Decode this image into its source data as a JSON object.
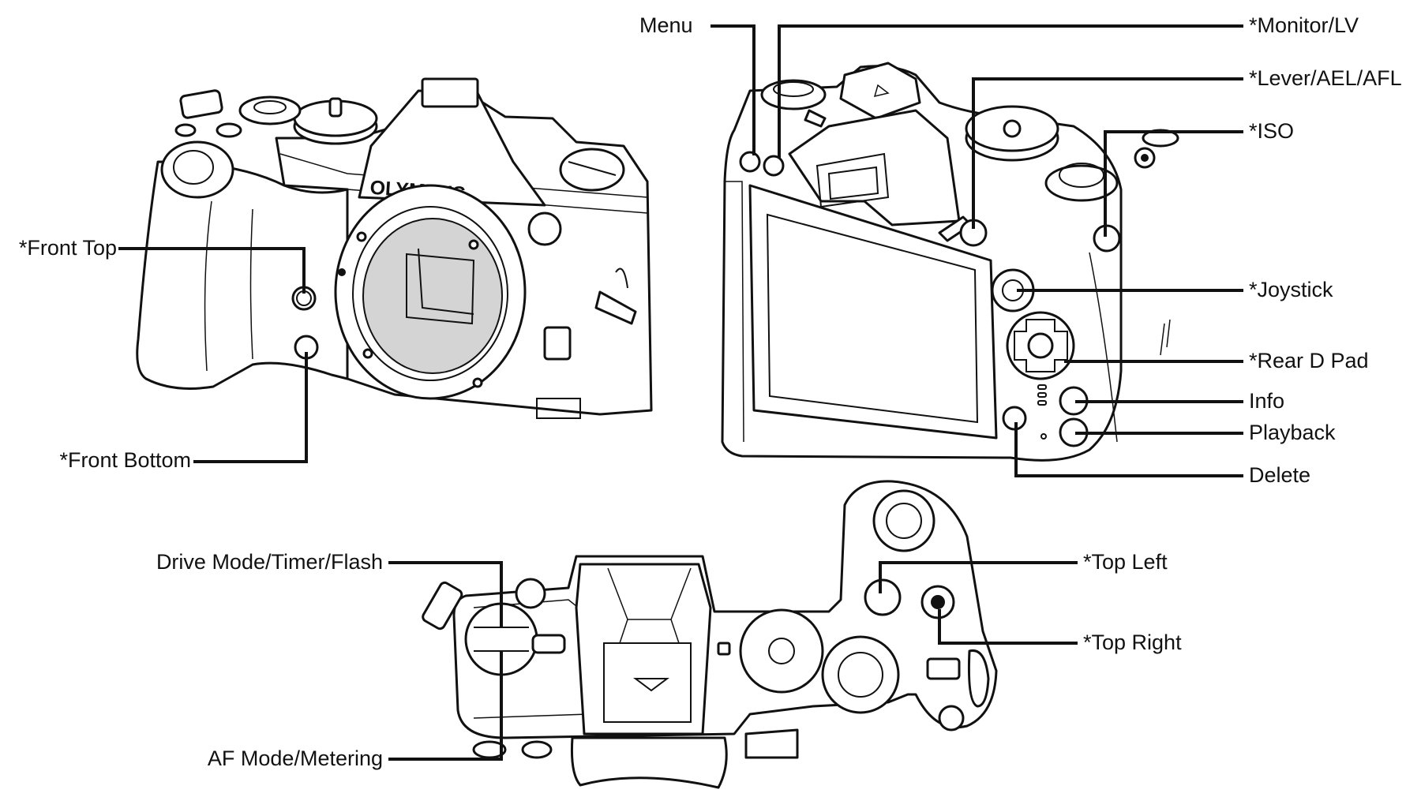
{
  "diagram": {
    "subject": "Olympus mirrorless camera button layout",
    "brand_logo": "OLYMPUS",
    "views": [
      {
        "name": "front",
        "labels": [
          "*Front Top",
          "*Front Bottom"
        ]
      },
      {
        "name": "rear",
        "labels": [
          "Menu",
          "*Monitor/LV",
          "*Lever/AEL/AFL",
          "*ISO",
          "*Joystick",
          "*Rear D Pad",
          "Info",
          "Playback",
          "Delete"
        ]
      },
      {
        "name": "top",
        "labels": [
          "Drive Mode/Timer/Flash",
          "AF Mode/Metering",
          "*Top Left",
          "*Top Right"
        ]
      }
    ]
  },
  "labels": {
    "front_top": "*Front Top",
    "front_bottom": "*Front Bottom",
    "menu": "Menu",
    "monitor_lv": "*Monitor/LV",
    "lever_ael_afl": "*Lever/AEL/AFL",
    "iso": "*ISO",
    "joystick": "*Joystick",
    "rear_d_pad": "*Rear D Pad",
    "info": "Info",
    "playback": "Playback",
    "delete": "Delete",
    "drive_mode": "Drive Mode/Timer/Flash",
    "af_mode": "AF Mode/Metering",
    "top_left": "*Top Left",
    "top_right": "*Top Right"
  },
  "colors": {
    "line": "#111111",
    "sensor_fill": "#d4d4d4",
    "background": "#ffffff"
  }
}
